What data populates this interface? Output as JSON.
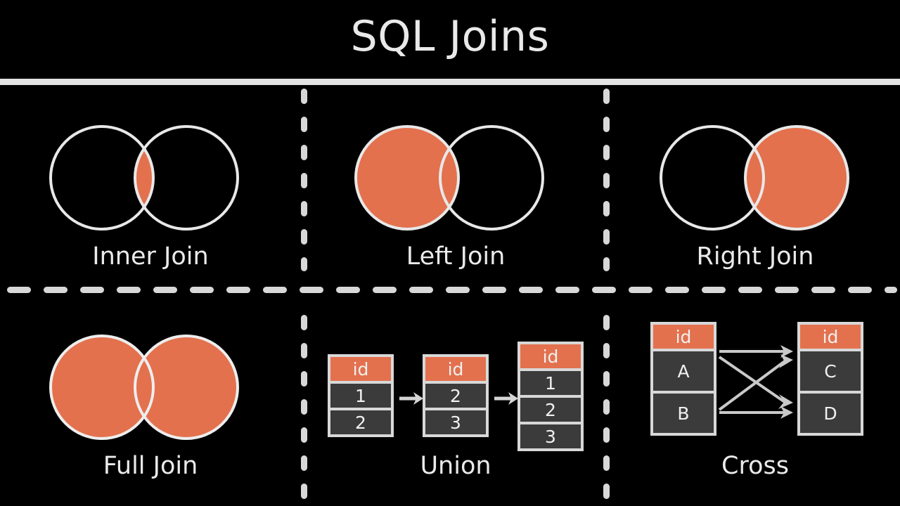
{
  "page": {
    "title": "SQL Joins",
    "background_color": "#000000",
    "accent_color": "#E3714E",
    "line_color": "#D8D8D8",
    "cell_color": "#3B3B3B",
    "text_color": "#EAEAEA"
  },
  "cells": [
    {
      "id": "inner-join",
      "label": "Inner Join",
      "type": "venn",
      "fill": "intersection"
    },
    {
      "id": "left-join",
      "label": "Left Join",
      "type": "venn",
      "fill": "left"
    },
    {
      "id": "right-join",
      "label": "Right Join",
      "type": "venn",
      "fill": "right"
    },
    {
      "id": "full-join",
      "label": "Full Join",
      "type": "venn",
      "fill": "both"
    },
    {
      "id": "union",
      "label": "Union",
      "type": "tables",
      "tables": [
        {
          "header": "id",
          "values": [
            "1",
            "2"
          ]
        },
        {
          "header": "id",
          "values": [
            "2",
            "3"
          ]
        },
        {
          "header": "id",
          "values": [
            "1",
            "2",
            "3"
          ]
        }
      ],
      "connectors": [
        "arrow-right",
        "arrow-right"
      ]
    },
    {
      "id": "cross",
      "label": "Cross",
      "type": "tables",
      "tables": [
        {
          "header": "id",
          "values": [
            "A",
            "B"
          ]
        },
        {
          "header": "id",
          "values": [
            "C",
            "D"
          ]
        }
      ],
      "connectors": [
        "cross-arrows"
      ],
      "mappings": [
        "A-C",
        "A-D",
        "B-C",
        "B-D"
      ]
    }
  ]
}
